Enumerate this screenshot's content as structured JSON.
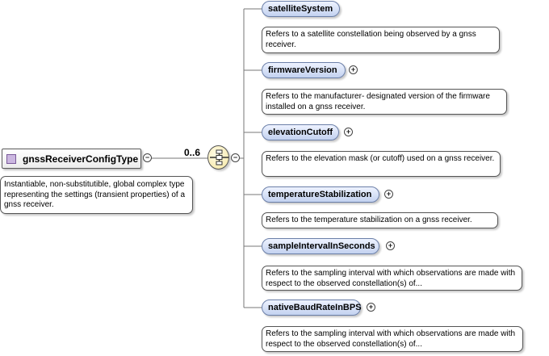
{
  "root": {
    "name": "gnssReceiverConfigType",
    "documentation": "Instantiable, non-substitutible, global complex type representing the settings (transient properties) of a gnss receiver.",
    "collapse_symbol": "−"
  },
  "sequence": {
    "occurrence": "0..6",
    "collapse_symbol": "−"
  },
  "elements": [
    {
      "name": "satelliteSystem",
      "documentation": "Refers to a satellite constellation being observed by a gnss receiver.",
      "expand_symbol": ""
    },
    {
      "name": "firmwareVersion",
      "documentation": "Refers to the manufacturer- designated version of the firmware installed on a gnss receiver.",
      "expand_symbol": "+"
    },
    {
      "name": "elevationCutoff",
      "documentation": "Refers to the elevation mask (or cutoff) used on a gnss receiver.",
      "expand_symbol": "+"
    },
    {
      "name": "temperatureStabilization",
      "documentation": "Refers to the temperature stabilization on a gnss receiver.",
      "expand_symbol": "+"
    },
    {
      "name": "sampleIntervalInSeconds",
      "documentation": "Refers to the sampling interval with which observations are made with respect to the observed constellation(s) of...",
      "expand_symbol": "+"
    },
    {
      "name": "nativeBaudRateInBPS",
      "documentation": "Refers to the sampling interval with which observations are made with respect to the observed constellation(s) of...",
      "expand_symbol": "+"
    }
  ]
}
